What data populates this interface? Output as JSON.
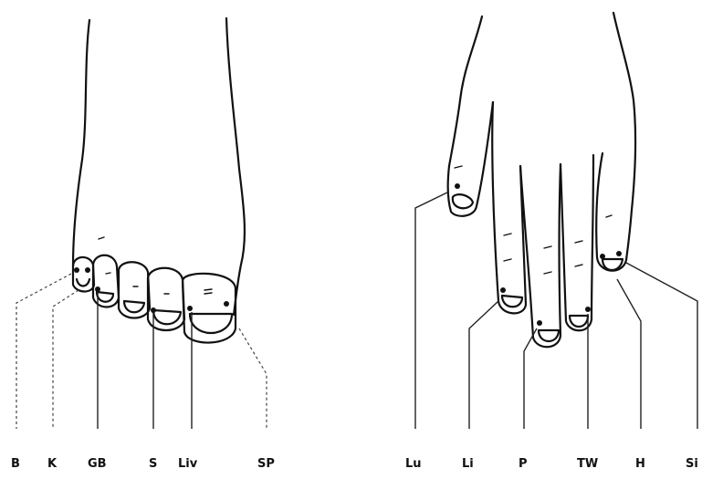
{
  "foot": {
    "labels": [
      "B",
      "K",
      "GB",
      "S",
      "Liv",
      "SP"
    ]
  },
  "hand": {
    "labels": [
      "Lu",
      "Li",
      "P",
      "TW",
      "H",
      "Si"
    ]
  }
}
